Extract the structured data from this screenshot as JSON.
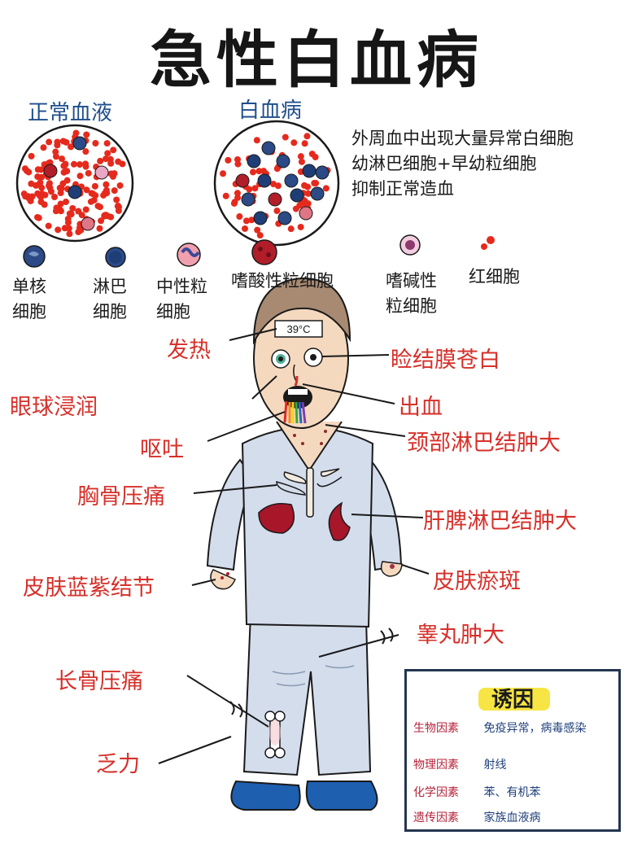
{
  "title": "急性白血病",
  "blood": {
    "normal_label": "正常血液",
    "leukemia_label": "白血病",
    "description": [
      "外周血中出现大量异常白细胞",
      "幼淋巴细胞+早幼粒细胞",
      "抑制正常造血"
    ]
  },
  "cell_types": [
    {
      "name": "单核\n细胞",
      "color": "#2b4a86"
    },
    {
      "name": "淋巴\n细胞",
      "color": "#1f3e78"
    },
    {
      "name": "中性粒\n细胞",
      "color": "#e07585"
    },
    {
      "name": "嗜酸性粒细胞",
      "color": "#b11e2a"
    },
    {
      "name": "嗜碱性\n粒细胞",
      "color": "#e9a7c4"
    },
    {
      "name": "红细胞",
      "color": "#e52a1d"
    }
  ],
  "figure": {
    "thermometer": "39°C"
  },
  "symptoms": {
    "fever": "发热",
    "pale_conjunctiva": "睑结膜苍白",
    "eye_infiltration": "眼球浸润",
    "bleeding": "出血",
    "vomiting": "呕吐",
    "cervical_lymph": "颈部淋巴结肿大",
    "sternal_pain": "胸骨压痛",
    "hepatosplenomegaly": "肝脾淋巴结肿大",
    "skin_nodules": "皮肤蓝紫结节",
    "skin_petechiae": "皮肤瘀斑",
    "testis": "睾丸肿大",
    "bone_pain": "长骨压痛",
    "fatigue": "乏力"
  },
  "causes": {
    "title": "诱因",
    "rows": [
      {
        "cat": "生物因素",
        "val": "免疫异常，病毒感染"
      },
      {
        "cat": "物理因素",
        "val": "射线"
      },
      {
        "cat": "化学因素",
        "val": "苯、有机苯"
      },
      {
        "cat": "遗传因素",
        "val": "家族血液病"
      }
    ]
  },
  "colors": {
    "symptom_red": "#d6302a",
    "title_blue": "#1f4e8c",
    "suit": "#d4ddec",
    "shoes": "#1e5fb0"
  }
}
